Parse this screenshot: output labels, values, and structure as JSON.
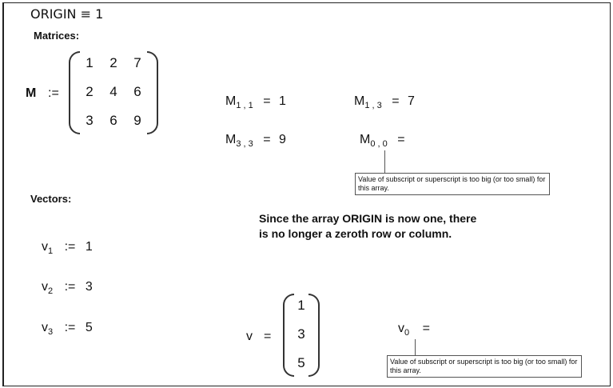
{
  "origin": {
    "text": "ORIGIN ≡ 1"
  },
  "matrices": {
    "heading": "Matrices:",
    "name": "M",
    "assign": ":=",
    "rows": [
      [
        "1",
        "2",
        "7"
      ],
      [
        "2",
        "4",
        "6"
      ],
      [
        "3",
        "6",
        "9"
      ]
    ],
    "elements": [
      {
        "base": "M",
        "sub": "1 , 1",
        "eq": "=",
        "value": "1"
      },
      {
        "base": "M",
        "sub": "1 , 3",
        "eq": "=",
        "value": "7"
      },
      {
        "base": "M",
        "sub": "3 , 3",
        "eq": "=",
        "value": "9"
      },
      {
        "base": "M",
        "sub": "0 , 0",
        "eq": "=",
        "value": ""
      }
    ],
    "error": "Value of subscript or superscript is too big (or too small) for this array."
  },
  "vectors": {
    "heading": "Vectors:",
    "defs": [
      {
        "base": "v",
        "sub": "1",
        "assign": ":=",
        "value": "1"
      },
      {
        "base": "v",
        "sub": "2",
        "assign": ":=",
        "value": "3"
      },
      {
        "base": "v",
        "sub": "3",
        "assign": ":=",
        "value": "5"
      }
    ],
    "result": {
      "name": "v",
      "eq": "=",
      "values": [
        "1",
        "3",
        "5"
      ]
    },
    "zero": {
      "base": "v",
      "sub": "0",
      "eq": "="
    },
    "error": "Value of subscript or superscript is too big (or too small) for this array."
  },
  "note": {
    "line1": "Since the array ORIGIN is now one, there",
    "line2": "is no longer a zeroth row or column."
  }
}
